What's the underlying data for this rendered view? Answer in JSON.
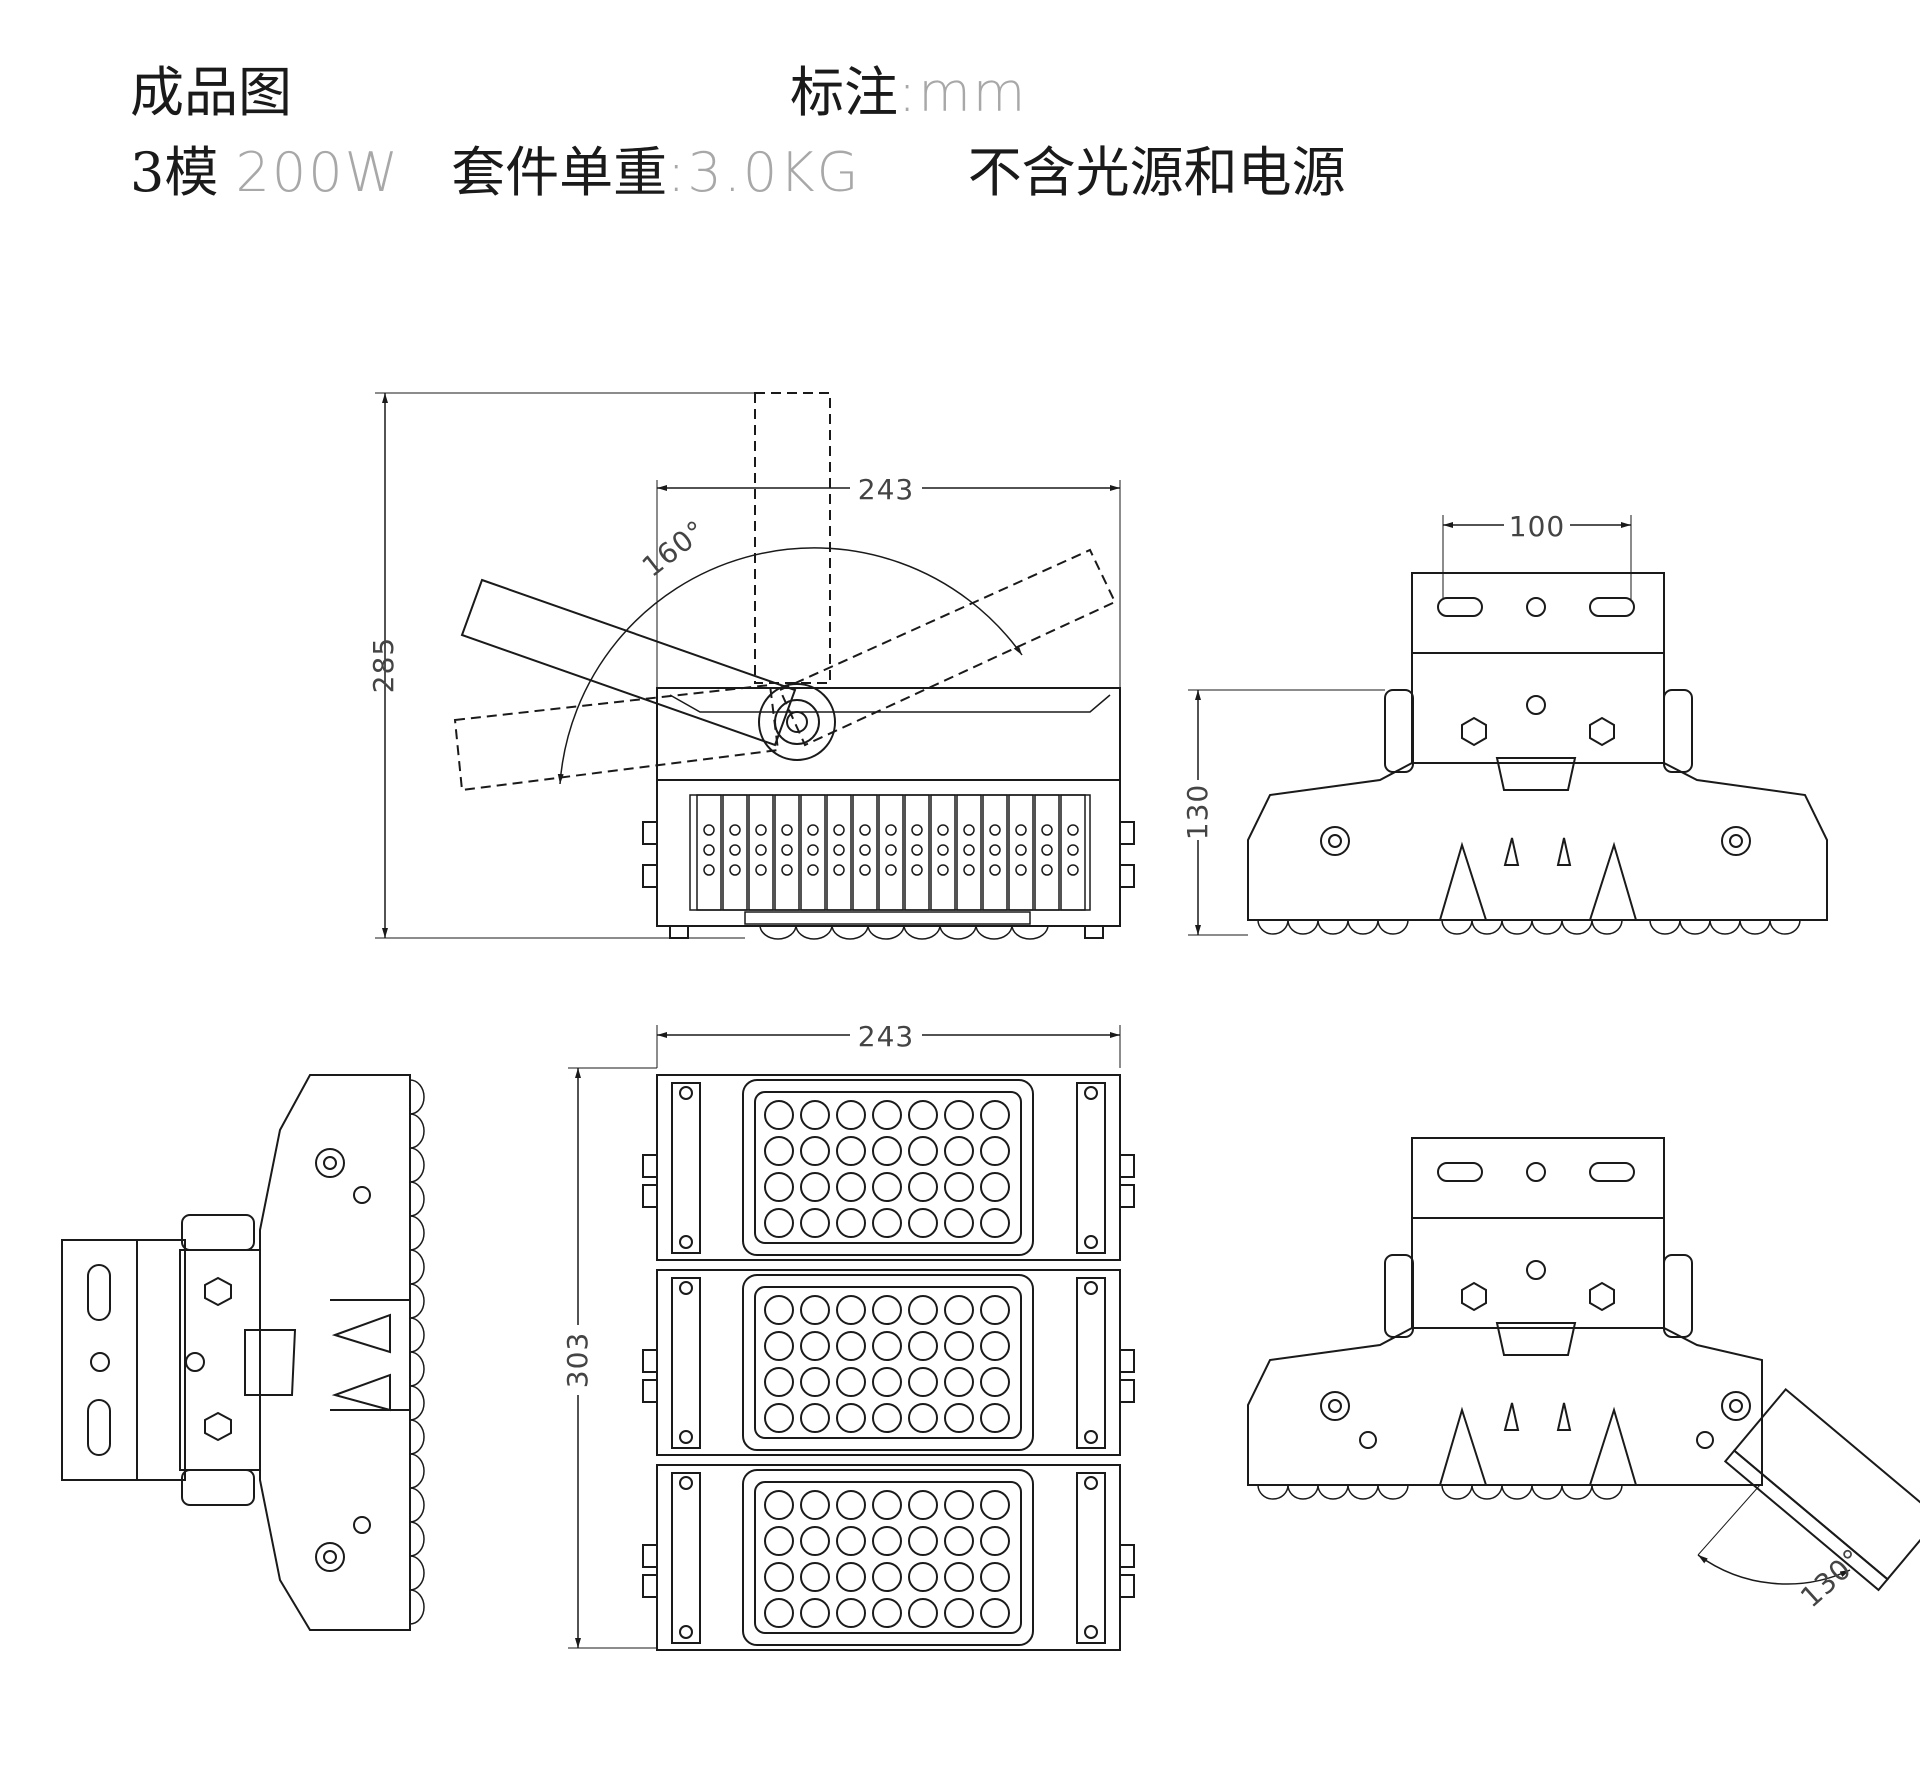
{
  "header": {
    "title": "成品图",
    "unit_label": "标注",
    "unit_sep": ":",
    "unit_value": "mm",
    "modules": "3模",
    "power": "200W",
    "weight_label": "套件单重",
    "weight_sep": ":",
    "weight_value": "3.0KG",
    "note": "不含光源和电源"
  },
  "dimensions": {
    "front_width": "243",
    "front_height": "285",
    "rotation_angle": "160°",
    "bracket_spacing": "100",
    "side_height": "130",
    "bottom_width": "243",
    "bottom_height": "303",
    "tilt_angle": "130°"
  },
  "colors": {
    "line": "#1a1a1a",
    "dim": "#444444",
    "light_text": "#a8a8a8"
  }
}
